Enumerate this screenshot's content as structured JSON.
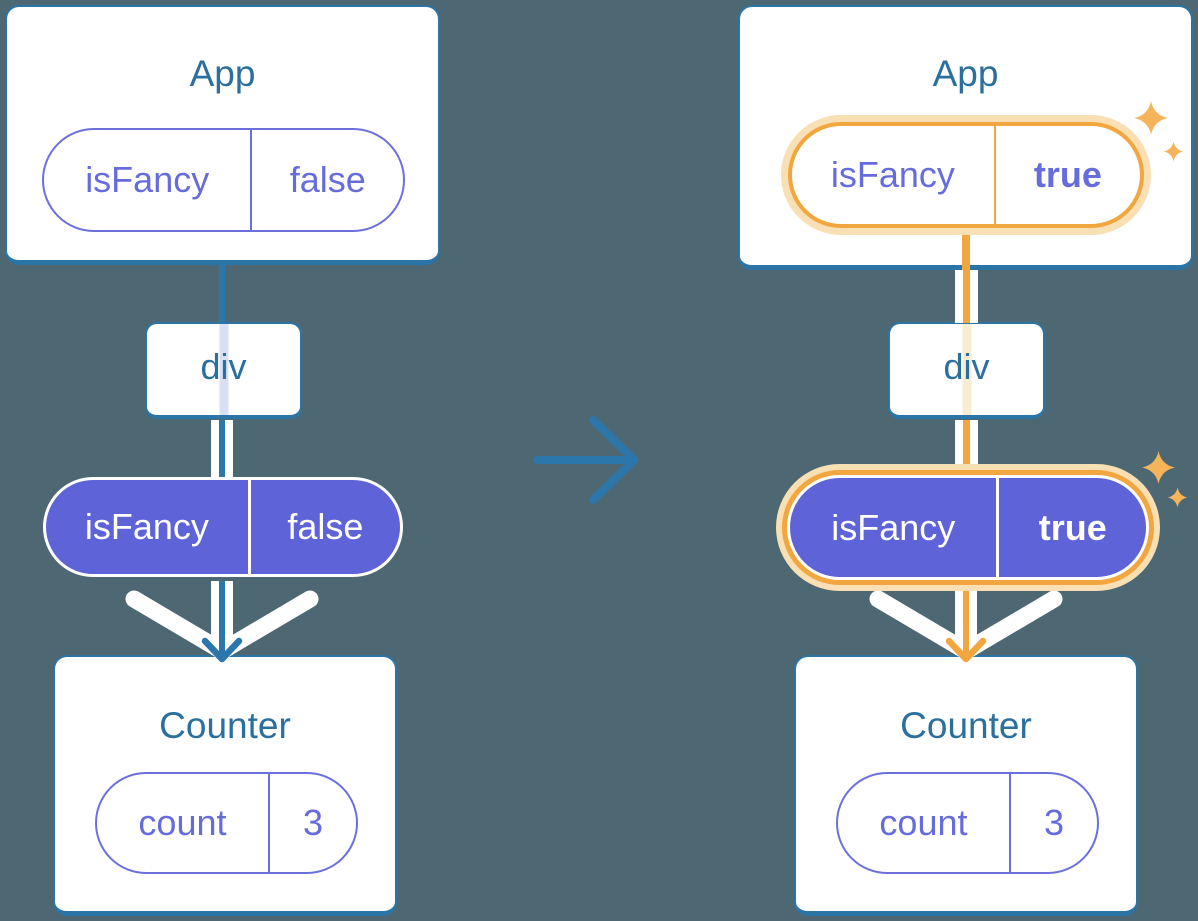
{
  "colors": {
    "background": "#4E6873",
    "line_blue": "#2B77AC",
    "title_blue": "#2A6F9E",
    "purple_fill": "#5E63D8",
    "purple_text": "#666CDB",
    "highlight_orange": "#F2A63F",
    "highlight_halo": "#F9DFB4",
    "sparkle_orange": "#F6B45A",
    "white": "#FFFFFF"
  },
  "left_diagram": {
    "app_card": {
      "title": "App",
      "prop_pill": {
        "key": "isFancy",
        "value": "false"
      }
    },
    "div_node": {
      "label": "div"
    },
    "passed_prop_pill": {
      "key": "isFancy",
      "value": "false"
    },
    "counter_card": {
      "title": "Counter",
      "state_pill": {
        "key": "count",
        "value": "3"
      }
    }
  },
  "right_diagram": {
    "app_card": {
      "title": "App",
      "prop_pill": {
        "key": "isFancy",
        "value": "true"
      }
    },
    "div_node": {
      "label": "div"
    },
    "passed_prop_pill": {
      "key": "isFancy",
      "value": "true"
    },
    "counter_card": {
      "title": "Counter",
      "state_pill": {
        "key": "count",
        "value": "3"
      }
    }
  }
}
